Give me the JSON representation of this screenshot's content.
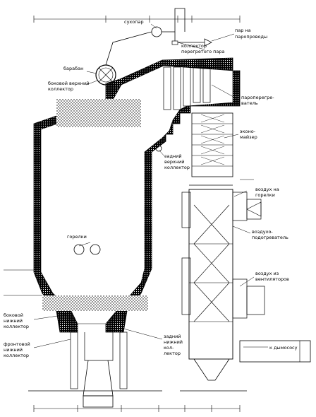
{
  "labels": {
    "sukhopar": "сухопар",
    "steam_out_1": "пар на",
    "steam_out_2": "паропроводы",
    "superheat_coll_1": "коллектор",
    "superheat_coll_2": "перегретого пара",
    "drum": "барабан",
    "side_upper_1": "боковой верхний",
    "side_upper_2": "коллектор",
    "superheater_1": "пароперегре-",
    "superheater_2": "ватель",
    "economizer_1": "эконо-",
    "economizer_2": "майзер",
    "rear_upper_1": "задний",
    "rear_upper_2": "верхний",
    "rear_upper_3": "коллектор",
    "burners": "горелки",
    "air_to_burners_1": "воздух на",
    "air_to_burners_2": "горелки",
    "air_heater_1": "воздухо-",
    "air_heater_2": "подогреватель",
    "air_from_fans_1": "воздух из",
    "air_from_fans_2": "вентиляторов",
    "side_lower_1": "боковой",
    "side_lower_2": "нижний",
    "side_lower_3": "коллектор",
    "front_lower_1": "фронтовой",
    "front_lower_2": "нижний",
    "front_lower_3": "коллектор",
    "rear_lower_1": "задний",
    "rear_lower_2": "нижний",
    "rear_lower_3": "кол-",
    "rear_lower_4": "лектор",
    "to_smoke_exhauster": "к дымососу"
  },
  "icons": {
    "drum": "drum-icon",
    "steam_pipe": "steam-pipe-icon",
    "burner": "burner-icon",
    "fan_air": "air-arrow-icon"
  }
}
